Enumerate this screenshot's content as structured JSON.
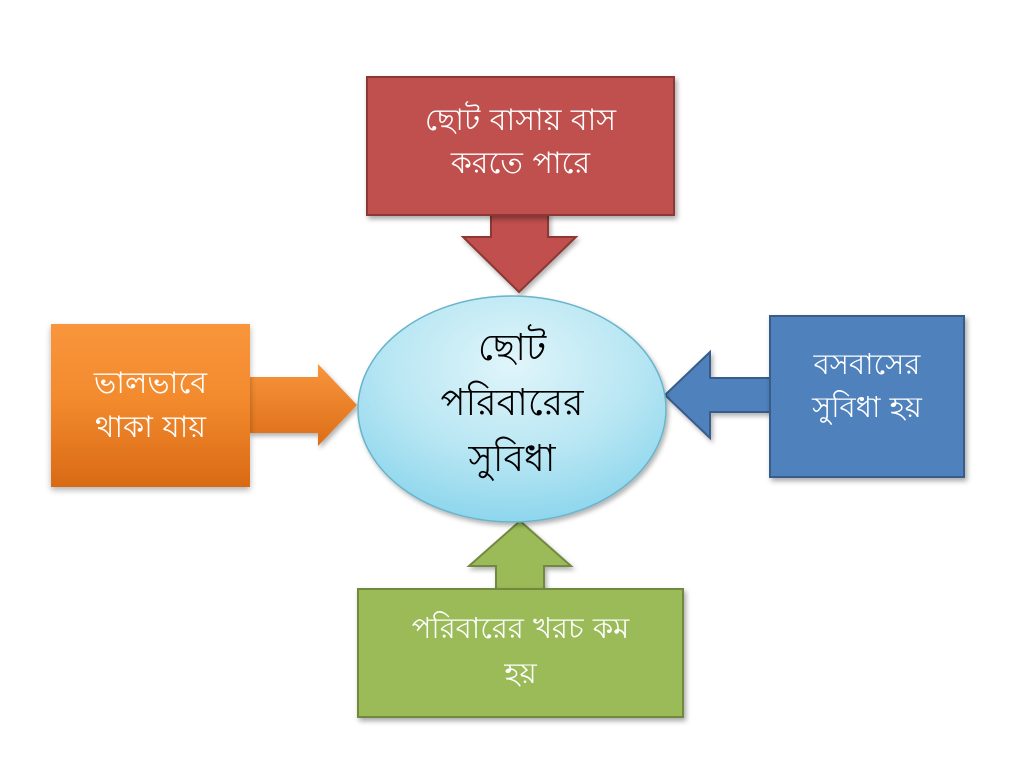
{
  "center": {
    "lines": [
      "ছোট",
      "পরিবারের",
      "সুবিধা"
    ],
    "fill_top": "#D5F1F7",
    "fill_bottom": "#8CD6EE",
    "stroke": "#69B3CB"
  },
  "benefits": {
    "top": {
      "lines": [
        "ছোট বাসায় বাস",
        "করতে পারে"
      ],
      "color": "#C0504D"
    },
    "left": {
      "lines": [
        "ভালভাবে",
        "থাকা যায়"
      ],
      "color": "#F38B2E"
    },
    "right": {
      "lines": [
        "বসবাসের",
        "সুবিধা হয়"
      ],
      "color": "#4F81BD"
    },
    "bottom": {
      "lines": [
        "পরিবারের খরচ কম",
        "হয়"
      ],
      "color": "#9BBB59"
    }
  }
}
